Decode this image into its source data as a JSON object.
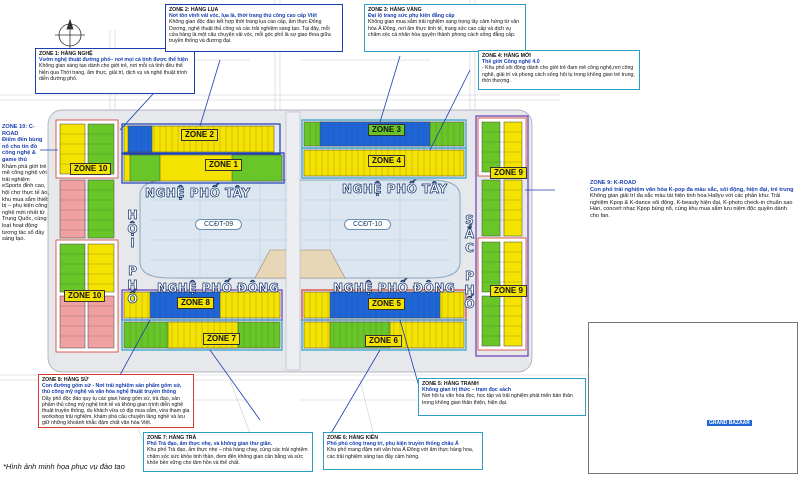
{
  "colors": {
    "blue_zone": "#1e66d8",
    "yellow_zone": "#f4e200",
    "green_zone": "#69c628",
    "pink_zone": "#f0a0a0",
    "water": "#dbe6f0",
    "road": "#e6e8ec"
  },
  "streets": {
    "top_left": "NGHỆ PHỐ TÂY",
    "top_right": "NGHỆ PHỐ TÂY",
    "bottom_left": "NGHỆ PHỐ ĐÔNG",
    "bottom_right": "NGHỆ PHỐ ĐÔNG",
    "west": "HỘI PHỐ",
    "east": "SẮC PHỐ"
  },
  "lakes": {
    "left": "CCĐT-09",
    "right": "CCĐT-10"
  },
  "zones": {
    "z1": "ZONE 1",
    "z2": "ZONE 2",
    "z3": "ZONE 3",
    "z4": "ZONE 4",
    "z5": "ZONE 5",
    "z6": "ZONE 6",
    "z7": "ZONE 7",
    "z8": "ZONE 8",
    "z9a": "ZONE 9",
    "z9b": "ZONE 9",
    "z10a": "ZONE 10",
    "z10b": "ZONE 10"
  },
  "callouts": {
    "zone1": {
      "title": "ZONE 1: HÀNG NGHỆ",
      "subtitle": "Vườn nghệ thuật đường phố– nơi mọi cá tính được thể hiện",
      "body": "Không gian sáng tạo dành cho giới trẻ, nơi mỗi cá tính đều thể hiện qua Thời trang, ẩm thực, giải trí, dịch vụ và nghệ thuật trình diễn đường phố."
    },
    "zone2": {
      "title": "ZONE 2: HÀNG LỤA",
      "subtitle": "Nơi tôn vinh vải vóc, lụa là, thời trang thủ công cao cấp Việt",
      "body": "Không gian độc đáo kết hợp thời trang lụa cao cấp, ẩm thực Đông Dương, nghệ thuật thủ công và các trải nghiệm sáng tạo. Tại đây, mỗi cửa hàng là một câu chuyện vải vóc, mỗi góc phố là sự giao thoa giữa truyền thống và đương đại."
    },
    "zone3": {
      "title": "ZONE 3: HÀNG VÀNG",
      "subtitle": "Đại lộ trang sức phụ kiện đẳng cấp",
      "body": "Không gian mua sắm trải nghiệm sang trọng lấy cảm hứng từ văn hóa Á Đông, nơi ẩm thực tinh tế, trang sức cao cấp và dịch vụ chăm sóc cá nhân hòa quyện thành phong cách sống đẳng cấp."
    },
    "zone4": {
      "title": "ZONE 4: HÀNG MỚI",
      "subtitle": "Thế giới Công nghệ 4.0",
      "body": "- Khu phố sôi động dành cho giới trẻ đam mê công nghệ,nơi công nghệ, giải trí và phong cách sống hội tụ trong không gian trẻ trung, thời thượng."
    },
    "zone5": {
      "title": "ZONE 5: HÀNG TRANH",
      "subtitle": "Không gian trị thức – trạm đọc sách",
      "body": "Nơi hội tụ văn hóa đọc, học tập và trải nghiệm phát triển bản thân trong không gian thân thiện, hiện đại."
    },
    "zone6": {
      "title": "ZONE 6: HÀNG KIẾN",
      "subtitle": "Phố phủ công trang trí, phụ kiện truyền thống châu Á",
      "body": "Khu phố mang đậm nét văn hóa Á Đông với ẩm thực hàng hoa, các trải nghiệm sáng tạo đầy cảm hứng."
    },
    "zone7": {
      "title": "ZONE 7: HÀNG TRÀ",
      "subtitle": "Phố Trà đạo, ẩm thực nhẹ, và không gian thư giãn.",
      "body": "Khu phố Trà đạo, ẩm thực nhẹ – nhà hàng chay, cùng các trải nghiệm chăm sóc sức khỏe tinh thần, đem đến không gian cân bằng và sức khỏe bền vững cho tâm hồn và thể chất."
    },
    "zone8": {
      "title": "ZONE 8: HÀNG SỨ",
      "subtitle": "Con đường gốm sứ - Nơi trải nghiệm sản phẩm gốm sứ, thủ công mỹ nghệ và văn hóa nghệ thuật truyền thống",
      "body": "Dãy phố độc đáo quy tụ các gian hàng gốm sứ, trà đạo, sản phẩm thủ công mỹ nghệ tinh tế và không gian trình diễn nghệ thuật truyền thống, du khách vừa có dịp mua sắm, vừa tham gia workshop trải nghiệm, khám phá câu chuyện làng nghề và lưu giữ những khoảnh khắc đậm chất văn hóa Việt."
    },
    "zone9": {
      "title": "ZONE 9: K-ROAD",
      "subtitle": "Con phố trải nghiệm văn hóa K-pop đa màu sắc, sôi động, hiện đại, trẻ trung",
      "body": "Không gian giải trí đa sắc màu tái hiện tinh hoa Hallyu với các phân khu: Trải nghiệm Kpop & K-dance sôi động, K-beauty hiện đại, K-photo check-in chuẩn sao Hàn, concert nhạc Kpop bùng nổ, cùng khu mua sắm lưu niệm độc quyền dành cho fan."
    },
    "zone10": {
      "title": "ZONE 10: C-ROAD",
      "subtitle": "Điểm đến bùng nổ cho tín đồ công nghệ & game thủ",
      "body": "Khám phá giới trẻ mê công nghệ với trải nghiệm eSports đỉnh cao, hội chợ thực tế ảo, khu mua sắm thiết bị – phụ kiện công nghệ mới nhất từ Trung Quốc, cùng loạt hoạt động tương tác sổ đầy sáng tạo."
    }
  },
  "inset": {
    "grand_bazaar": "GRAND BAZAAR"
  },
  "footer": "*Hình ảnh minh họa phục vụ đào tạo"
}
